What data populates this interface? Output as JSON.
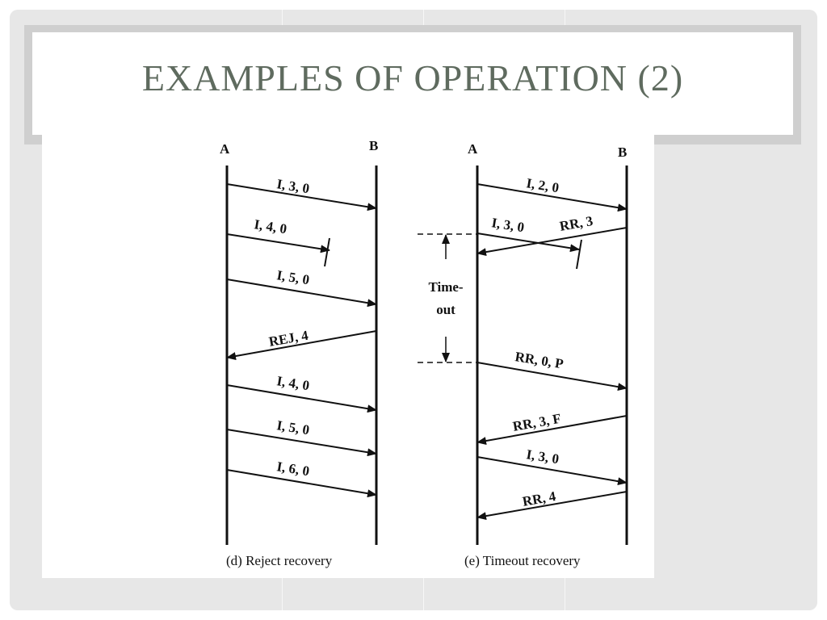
{
  "slide": {
    "title": "EXAMPLES OF OPERATION (2)"
  },
  "figure": {
    "reject": {
      "station_a": "A",
      "station_b": "B",
      "caption": "(d) Reject recovery",
      "frames": [
        "I, 3, 0",
        "I, 4, 0",
        "I, 5, 0",
        "REJ, 4",
        "I, 4, 0",
        "I, 5, 0",
        "I, 6, 0"
      ]
    },
    "timeout": {
      "station_a": "A",
      "station_b": "B",
      "caption": "(e) Timeout recovery",
      "frames": [
        "I, 2, 0",
        "I, 3, 0",
        "RR, 3",
        "RR, 0, P",
        "RR, 3, F",
        "I, 3, 0",
        "RR, 4"
      ],
      "timer_label_1": "Time-",
      "timer_label_2": "out"
    }
  }
}
